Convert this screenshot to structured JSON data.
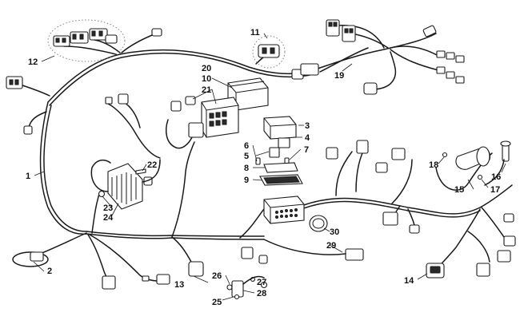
{
  "callouts": [
    {
      "id": "c1",
      "text": "1"
    },
    {
      "id": "c2",
      "text": "2"
    },
    {
      "id": "c3",
      "text": "3"
    },
    {
      "id": "c4",
      "text": "4"
    },
    {
      "id": "c5",
      "text": "5"
    },
    {
      "id": "c6",
      "text": "6"
    },
    {
      "id": "c7",
      "text": "7"
    },
    {
      "id": "c8",
      "text": "8"
    },
    {
      "id": "c9",
      "text": "9"
    },
    {
      "id": "c10",
      "text": "10"
    },
    {
      "id": "c11",
      "text": "11"
    },
    {
      "id": "c12",
      "text": "12"
    },
    {
      "id": "c13",
      "text": "13"
    },
    {
      "id": "c14",
      "text": "14"
    },
    {
      "id": "c15",
      "text": "15"
    },
    {
      "id": "c16",
      "text": "16"
    },
    {
      "id": "c17",
      "text": "17"
    },
    {
      "id": "c18",
      "text": "18"
    },
    {
      "id": "c19",
      "text": "19"
    },
    {
      "id": "c20",
      "text": "20"
    },
    {
      "id": "c21",
      "text": "21"
    },
    {
      "id": "c22",
      "text": "22"
    },
    {
      "id": "c23",
      "text": "23"
    },
    {
      "id": "c24",
      "text": "24"
    },
    {
      "id": "c25",
      "text": "25"
    },
    {
      "id": "c26",
      "text": "26"
    },
    {
      "id": "c27",
      "text": "27"
    },
    {
      "id": "c28",
      "text": "28"
    },
    {
      "id": "c29",
      "text": "29"
    },
    {
      "id": "c30",
      "text": "30"
    }
  ],
  "colors": {
    "ink": "#1a1a1a",
    "background": "#ffffff"
  }
}
